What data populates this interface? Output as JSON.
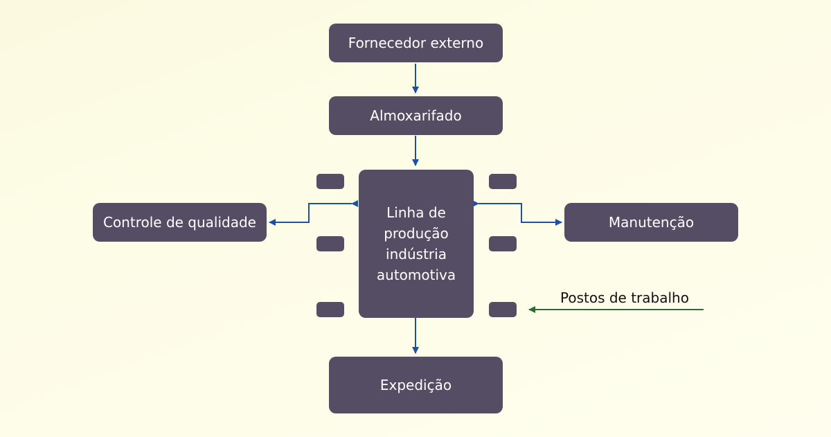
{
  "nodes": {
    "fornecedor": "Fornecedor externo",
    "almoxarifado": "Almoxarifado",
    "linha": [
      "Linha de",
      "produção",
      "indústria",
      "automotiva"
    ],
    "qualidade": "Controle de qualidade",
    "manutencao": "Manutenção",
    "expedicao": "Expedição"
  },
  "annotations": {
    "postos": "Postos de trabalho"
  },
  "colors": {
    "box": "#554d63",
    "flow_arrow": "#1f4fa0",
    "annotation_arrow": "#2e6b2e"
  }
}
